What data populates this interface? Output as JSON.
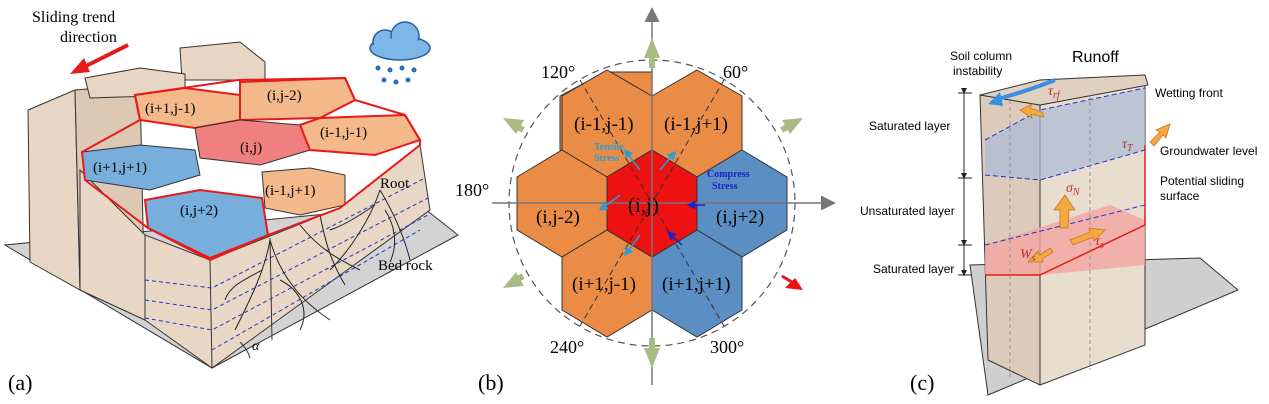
{
  "panel_a": {
    "label": "(a)",
    "trend_label_1": "Sliding trend",
    "trend_label_2": "direction",
    "cells": {
      "c1": "(i+1,j-1)",
      "c2": "(i,j-2)",
      "c3": "(i-1,j-1)",
      "c4": "(i,j)",
      "c5": "(i+1,j+1)",
      "c6": "(i-1,j+1)",
      "c7": "(i,j+2)"
    },
    "root_label": "Root",
    "bedrock_label": "Bed rock",
    "alpha_label": "α",
    "colors": {
      "red": "#e8191a",
      "pink": "#f08080",
      "peach": "#f4b98a",
      "blue": "#78aedb",
      "tan": "#e8d6c4"
    }
  },
  "panel_b": {
    "label": "(b)",
    "angles": {
      "a60": "60°",
      "a120": "120°",
      "a180": "180°",
      "a240": "240°",
      "a300": "300°"
    },
    "cells": {
      "center": "(i,j)",
      "tl": "(i-1,j-1)",
      "tr": "(i-1,j+1)",
      "l": "(i,j-2)",
      "r": "(i,j+2)",
      "bl": "(i+1,j-1)",
      "br": "(i+1,j+1)"
    },
    "tensile_1": "Tensile",
    "tensile_2": "Stress",
    "compress_1": "Compress",
    "compress_2": "Stress",
    "colors": {
      "orange": "#ea8c45",
      "red": "#ee1111",
      "blue": "#5b8ec2",
      "arrow": "#a9ba84"
    }
  },
  "panel_c": {
    "label": "(c)",
    "runoff": "Runoff",
    "instability_1": "Soil column",
    "instability_2": "instability",
    "wetting_front": "Wetting front",
    "groundwater": "Groundwater level",
    "potential_1": "Potential sliding",
    "potential_2": "surface",
    "saturated_top": "Saturated layer",
    "unsaturated": "Unsaturated layer",
    "saturated_bottom": "Saturated layer",
    "tau_rf": "τ",
    "tau_rf_sub": "rf",
    "tau_t": "τ",
    "tau_t_sub": "T",
    "sigma_n": "σ",
    "sigma_n_sub": "N",
    "w_label": "W",
    "w_sub": "s",
    "tau_s": "τ",
    "tau_s_sub": "s"
  }
}
